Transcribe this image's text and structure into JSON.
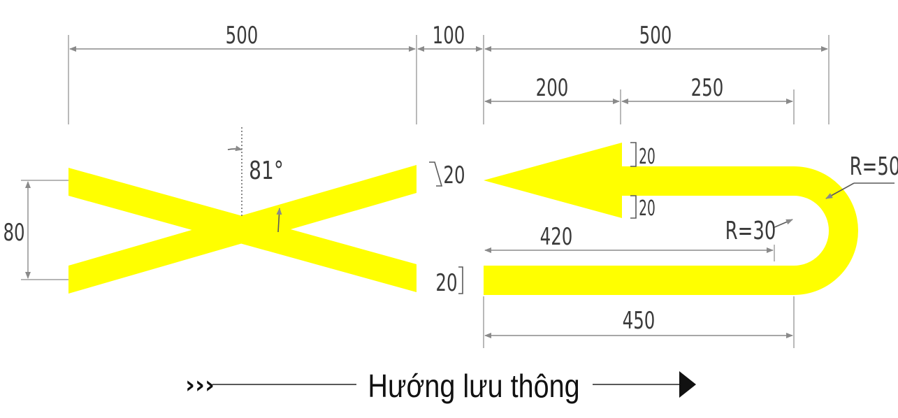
{
  "dimensions": {
    "top_left_width": "500",
    "gap": "100",
    "top_right_width": "500",
    "arrow_head_length": "200",
    "arrow_body_length": "250",
    "left_height": "80",
    "angle": "81°",
    "stripe_width_left": "20",
    "head_offset_top": "20",
    "head_offset_bottom": "20",
    "bottom_stripe_width": "20",
    "inner_radius": "R=30",
    "outer_radius": "R=50",
    "inner_length": "420",
    "outer_length": "450"
  },
  "footer": {
    "direction_label": "Hướng lưu thông",
    "chevrons": "›››"
  },
  "colors": {
    "marking": "#ffff00",
    "dimension_line": "#8a8a8a",
    "text": "#3a3a3a",
    "footer_text": "#111111"
  }
}
